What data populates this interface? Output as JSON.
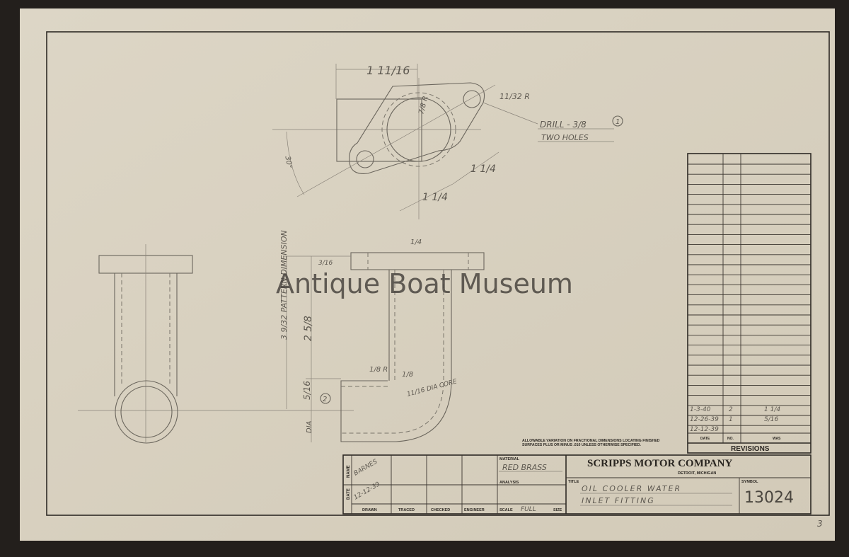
{
  "watermark": "Antique Boat Museum",
  "sheet_number": "3",
  "drawing_notes": {
    "top_width": "1 11/16",
    "hole_radius": "11/32 R",
    "bore_radius": "7/8 R",
    "drill_note": "DRILL - 3/8",
    "drill_note_qty": "TWO HOLES",
    "note_ref_1": "1",
    "angle": "30°",
    "spacing_a": "1 1/4",
    "spacing_b": "1 1/4",
    "flange_thk": "3/16",
    "flange_top": "1/4",
    "pattern_dim": "3 9/32 PATTERN DIMENSION",
    "height": "2 5/8",
    "inner_radius": "1/8 R",
    "wall": "1/8",
    "core": "11/16 DIA CORE",
    "outlet": "5/16",
    "note_ref_2": "2",
    "dia": "DIA"
  },
  "tolerance_note": "ALLOWABLE VARIATION ON FRACTIONAL DIMENSIONS LOCATING FINISHED SURFACES PLUS OR MINUS .010 UNLESS OTHERWISE SPECIFIED.",
  "revisions": {
    "title": "REVISIONS",
    "headers": [
      "DATE",
      "NO.",
      "WAS"
    ],
    "rows": [
      {
        "date": "1-3-40",
        "no": "2",
        "was": "1 1/4"
      },
      {
        "date": "12-26-39",
        "no": "1",
        "was": "5/16"
      },
      {
        "date": "12-12-39",
        "no": "",
        "was": ""
      }
    ]
  },
  "title_block": {
    "row_labels": [
      "NAME",
      "DATE"
    ],
    "name": "BARNES",
    "date": "12-12-39",
    "columns": [
      "DRAWN",
      "TRACED",
      "CHECKED",
      "ENGINEER"
    ],
    "material_label": "MATERIAL",
    "material": "RED BRASS",
    "analysis_label": "ANALYSIS",
    "scale_label": "SCALE",
    "scale": "FULL",
    "size_label": "SIZE",
    "company": "SCRIPPS MOTOR COMPANY",
    "location": "DETROIT, MICHIGAN",
    "title_label": "TITLE",
    "title_line1": "OIL COOLER WATER",
    "title_line2": "INLET FITTING",
    "symbol_label": "SYMBOL",
    "symbol": "13024"
  }
}
